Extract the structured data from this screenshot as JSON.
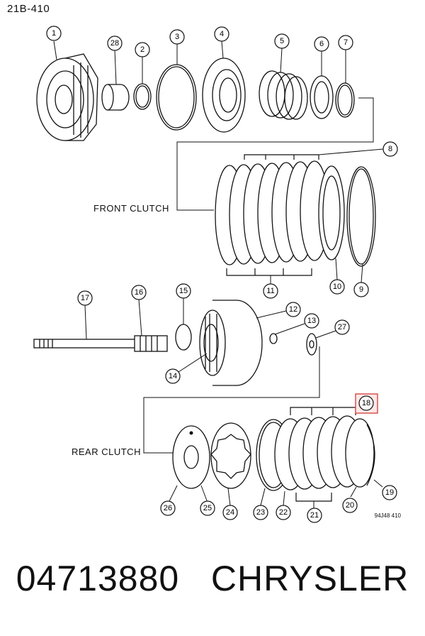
{
  "diagram_code": "21B-410",
  "front_clutch_label": "FRONT CLUTCH",
  "rear_clutch_label": "REAR CLUTCH",
  "figure_ref": "94J48 410",
  "part_caption": "04713880   CHRYSLER",
  "highlighted_callout": "18",
  "callouts": [
    "1",
    "28",
    "2",
    "3",
    "4",
    "5",
    "6",
    "7",
    "8",
    "9",
    "10",
    "11",
    "12",
    "13",
    "14",
    "15",
    "16",
    "17",
    "18",
    "19",
    "20",
    "21",
    "22",
    "23",
    "24",
    "25",
    "26",
    "27"
  ],
  "colors": {
    "highlight": "#d9534f",
    "ink": "#111111"
  }
}
